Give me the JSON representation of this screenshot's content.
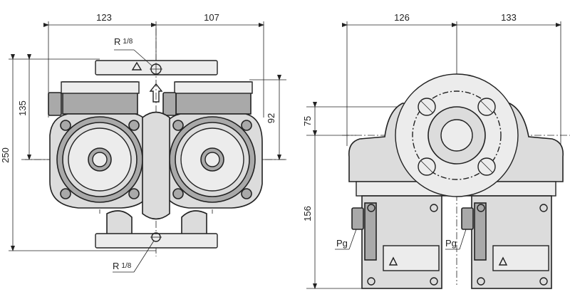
{
  "left_view": {
    "dims": {
      "width_left": "123",
      "width_right": "107",
      "height_total": "250",
      "height_upper": "135",
      "height_right": "92"
    },
    "labels": {
      "vent_top": "R",
      "vent_top_fraction": "1/8",
      "vent_bottom": "R",
      "vent_bottom_fraction": "1/8"
    }
  },
  "right_view": {
    "dims": {
      "width_left": "126",
      "width_right": "133",
      "height_upper": "75",
      "height_lower": "156"
    },
    "labels": {
      "pg_left": "Pg",
      "pg_right": "Pg"
    }
  },
  "icons": [
    "warning-triangle-icon",
    "flow-arrow-icon",
    "vent-screw-icon",
    "cable-gland-icon",
    "terminal-box-icon"
  ]
}
